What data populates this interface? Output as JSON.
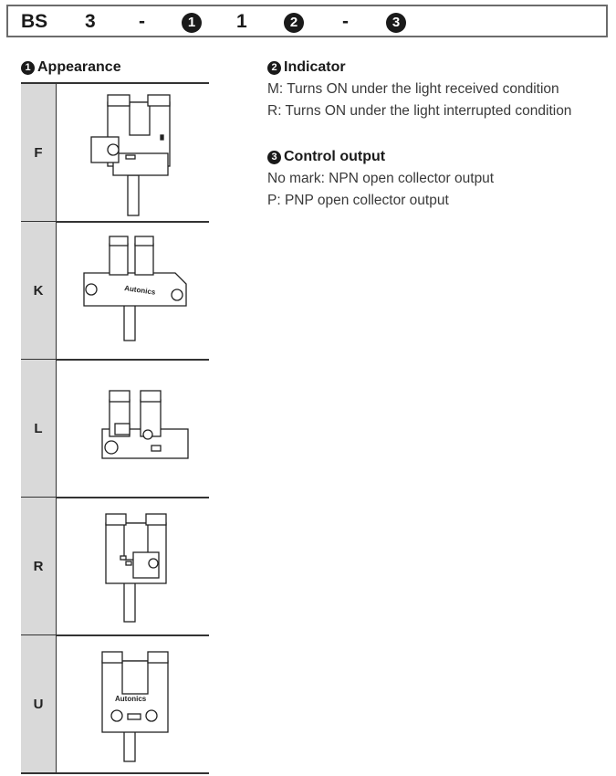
{
  "part_number": {
    "prefix": "BS",
    "series": "3",
    "dash1": "-",
    "field1": "❶",
    "fixed": "1",
    "field2": "❷",
    "dash2": "-",
    "field3": "❸"
  },
  "appearance": {
    "number": "1",
    "title": "Appearance",
    "rows": [
      {
        "code": "F"
      },
      {
        "code": "K"
      },
      {
        "code": "L"
      },
      {
        "code": "R"
      },
      {
        "code": "U"
      }
    ]
  },
  "indicator": {
    "number": "2",
    "title": "Indicator",
    "lines": [
      "M: Turns ON under the light received condition",
      "R: Turns ON under the light interrupted condition"
    ]
  },
  "control_output": {
    "number": "3",
    "title": "Control output",
    "lines": [
      "No mark: NPN open collector output",
      "P: PNP open collector output"
    ]
  },
  "product_marking": "Autonics"
}
